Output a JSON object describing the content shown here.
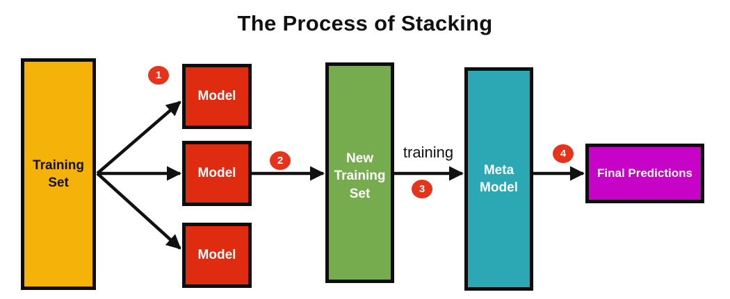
{
  "title": "The Process of Stacking",
  "colors": {
    "training-set": "#F5B30A",
    "model": "#DF2B0F",
    "new-training-set": "#76AC4E",
    "meta-model": "#2BA8B4",
    "final-predictions": "#C603C6",
    "badge": "#E6331C",
    "border": "#0D0D0D",
    "arrow": "#111111"
  },
  "nodes": {
    "training_set": "Training Set",
    "models": [
      "Model",
      "Model",
      "Model"
    ],
    "new_training_set": "New Training Set",
    "meta_model": "Meta Model",
    "final_predictions": "Final Predictions"
  },
  "badges": {
    "step1": "1",
    "step2": "2",
    "step3": "3",
    "step4": "4"
  },
  "edge_labels": {
    "training": "training"
  }
}
